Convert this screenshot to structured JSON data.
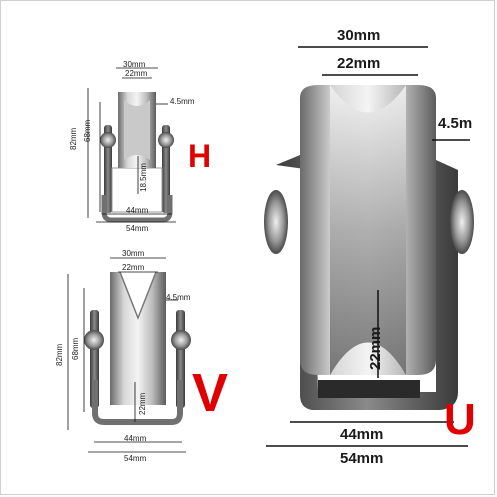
{
  "letters": {
    "h": "H",
    "v": "V",
    "u": "U"
  },
  "colors": {
    "letter_red": "#e00000",
    "metal_light": "#e6e6e6",
    "metal_dark": "#5a5a5a"
  },
  "h_panel": {
    "top_outer": "30mm",
    "top_inner": "22mm",
    "rim": "4.5mm",
    "height_total": "82mm",
    "height_inner": "68mm",
    "groove_depth": "18.5mm",
    "bottom_inner": "44mm",
    "bottom_outer": "54mm"
  },
  "v_panel": {
    "top_outer": "30mm",
    "top_inner": "22mm",
    "rim": "4.5mm",
    "height_total": "82mm",
    "height_inner": "68mm",
    "groove_depth": "22mm",
    "bottom_inner": "44mm",
    "bottom_outer": "54mm"
  },
  "u_panel": {
    "top_outer": "30mm",
    "top_inner": "22mm",
    "rim": "4.5m",
    "groove_depth": "22mm",
    "bottom_inner": "44mm",
    "bottom_outer": "54mm"
  }
}
